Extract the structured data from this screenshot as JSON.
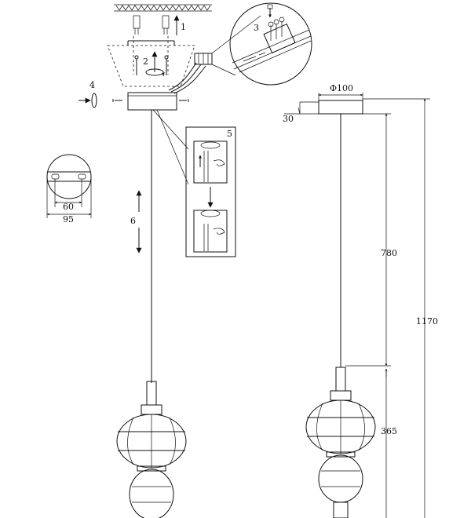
{
  "install_steps": {
    "step1": "1",
    "step2": "2",
    "step3": "3",
    "step4": "4",
    "step5": "5",
    "step6": "6"
  },
  "bracket_detail": {
    "hole_spacing": "60",
    "plate_diameter": "95"
  },
  "dimensions": {
    "canopy_diameter": "Φ100",
    "canopy_height": "30",
    "cable_length": "780",
    "shade_height": "365",
    "total_height": "1170"
  }
}
